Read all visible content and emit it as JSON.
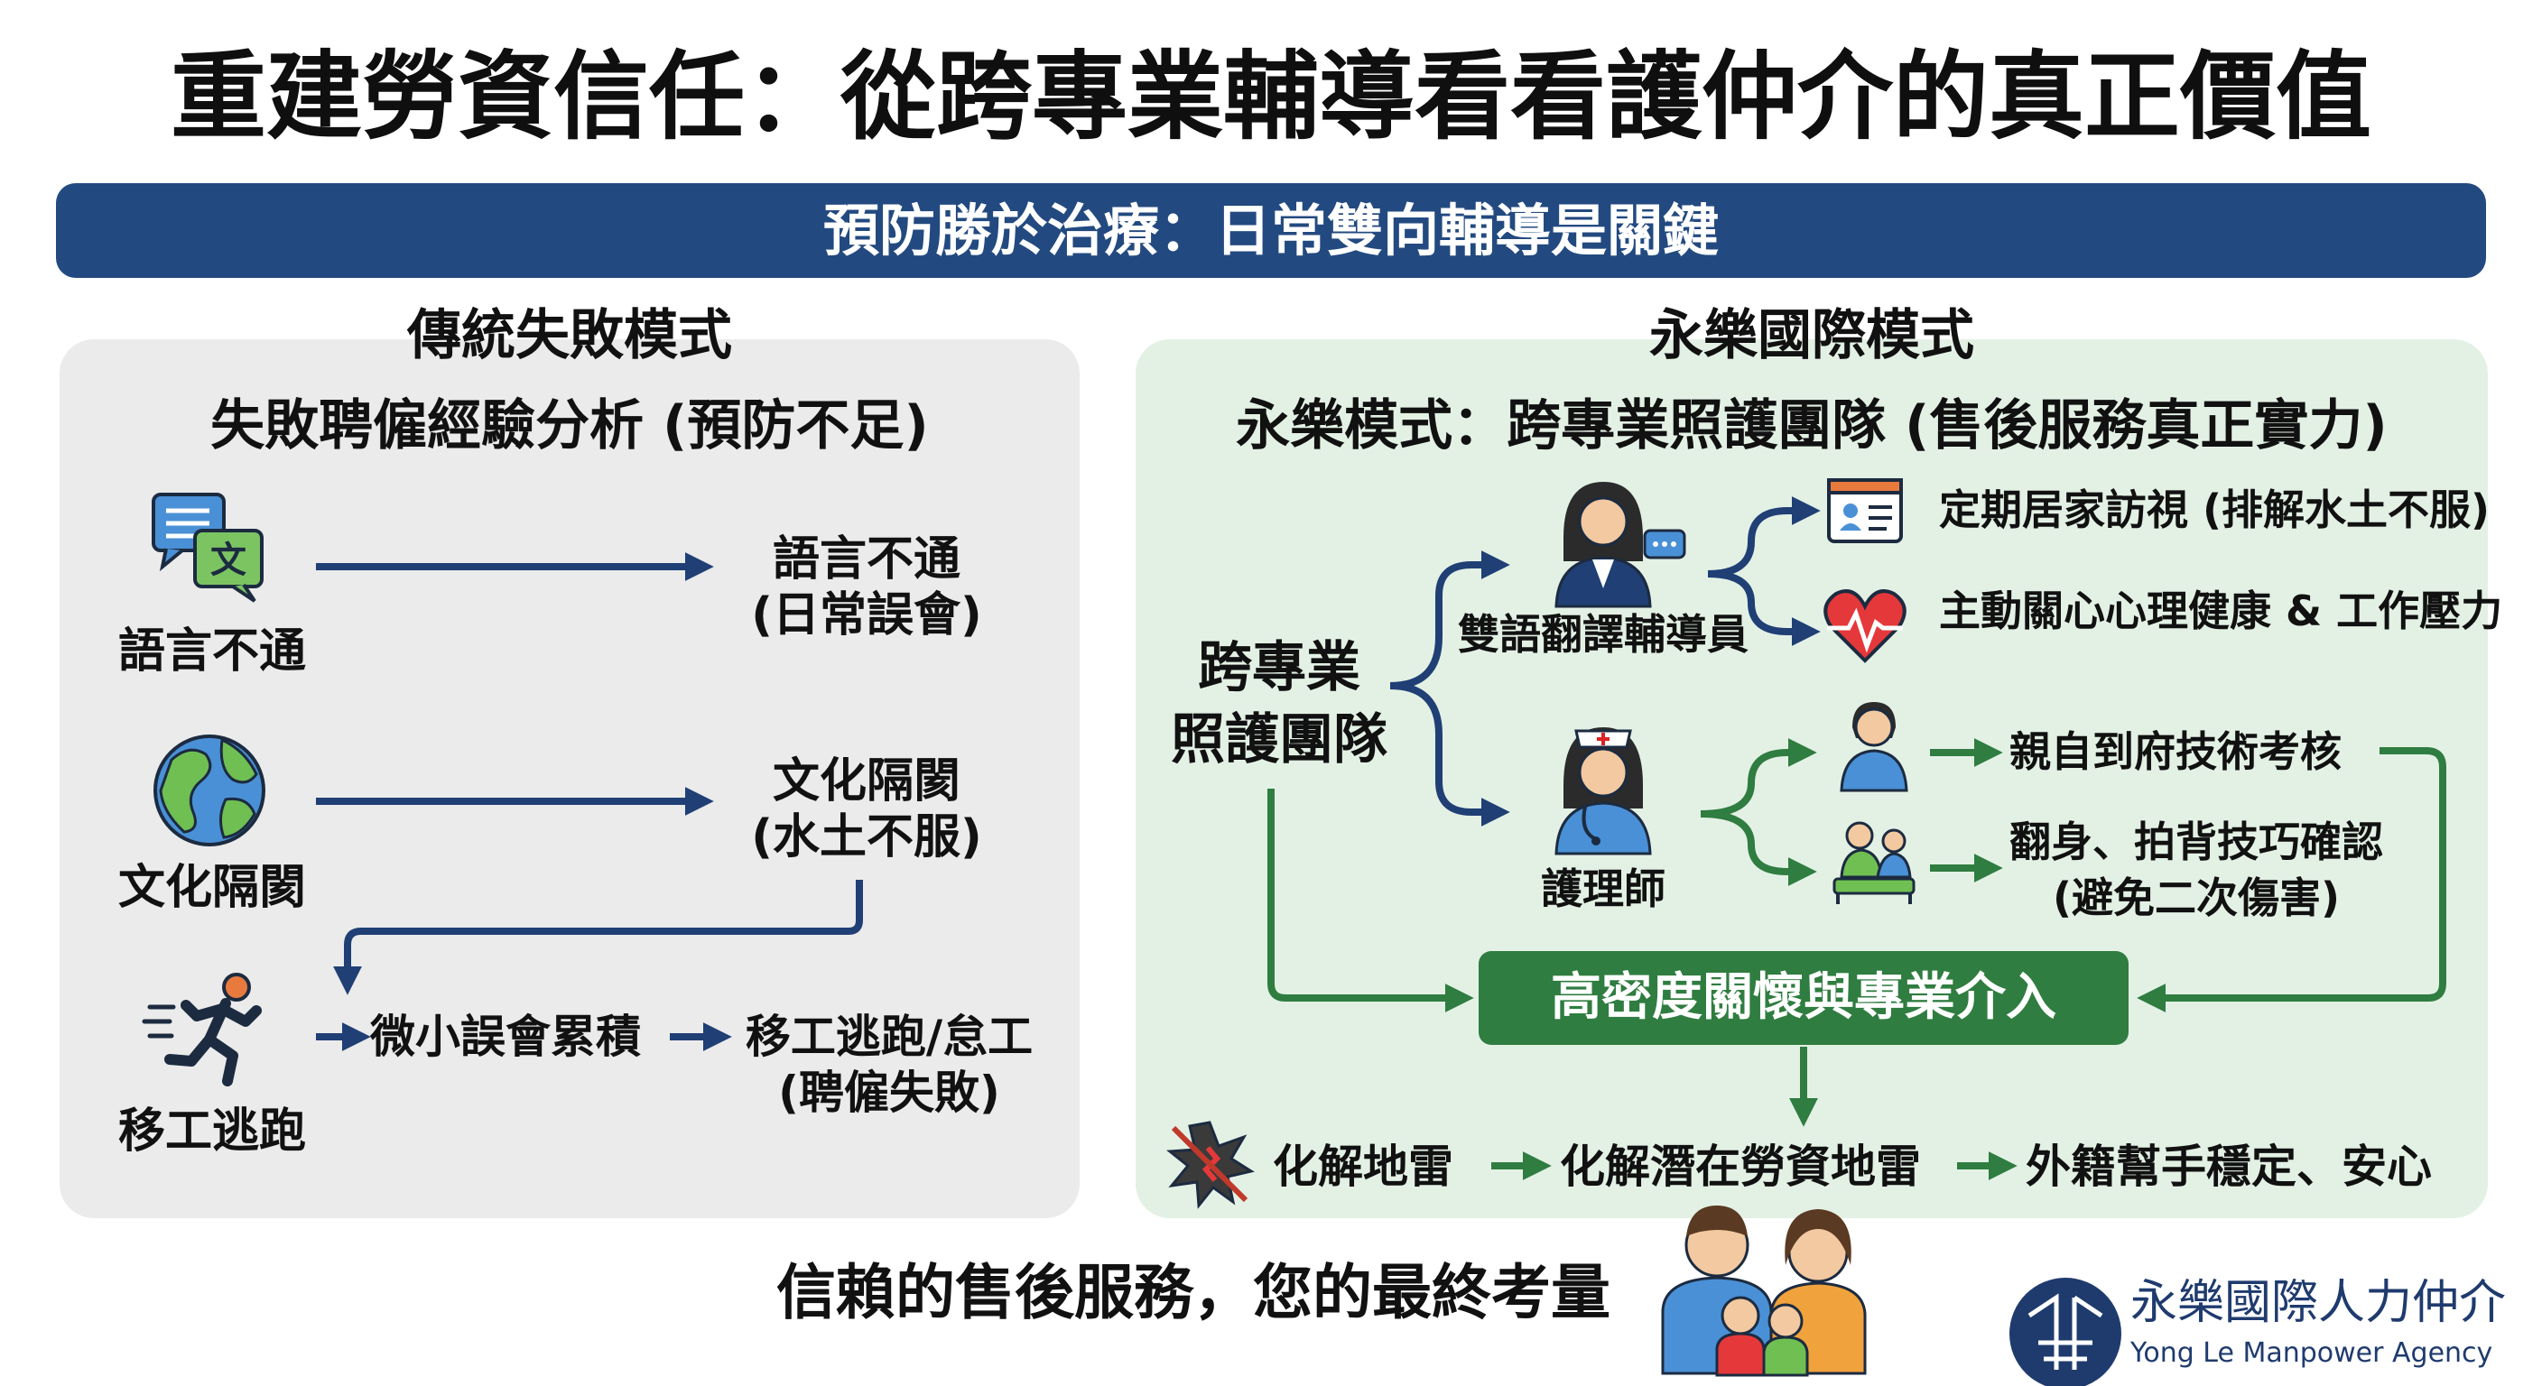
{
  "title": "重建勞資信任：從跨專業輔導看看護仲介的真正價值",
  "banner": "預防勝於治療：日常雙向輔導是關鍵",
  "left_panel": {
    "title": "傳統失敗模式",
    "subtitle": "失敗聘僱經驗分析 (預防不足)",
    "rows": [
      {
        "icon_label": "語言不通",
        "result_line1": "語言不通",
        "result_line2": "(日常誤會)"
      },
      {
        "icon_label": "文化隔閡",
        "result_line1": "文化隔閡",
        "result_line2": "(水土不服)"
      }
    ],
    "runaway_label": "移工逃跑",
    "accumulate": "微小誤會累積",
    "outcome_line1": "移工逃跑/怠工",
    "outcome_line2": "(聘僱失敗)"
  },
  "right_panel": {
    "title": "永樂國際模式",
    "subtitle": "永樂模式：跨專業照護團隊 (售後服務真正實力)",
    "team_line1": "跨專業",
    "team_line2": "照護團隊",
    "counselor": "雙語翻譯輔導員",
    "counselor_tasks": [
      "定期居家訪視 (排解水土不服)",
      "主動關心心理健康 & 工作壓力"
    ],
    "nurse": "護理師",
    "nurse_tasks": [
      "親自到府技術考核",
      "翻身、拍背技巧確認",
      "(避免二次傷害)"
    ],
    "care_box": "高密度關懷與專業介入",
    "result_steps": [
      "化解地雷",
      "化解潛在勞資地雷",
      "外籍幫手穩定、安心"
    ]
  },
  "footer": {
    "tagline": "信賴的售後服務，您的最終考量",
    "logo_name": "永樂國際人力仲介",
    "logo_sub": "Yong Le Manpower Agency"
  },
  "colors": {
    "navy": "#234a80",
    "arrow_blue": "#1f3f75",
    "green": "#2f7d40",
    "panel_gray": "#ebebeb",
    "panel_green": "#e3f1e5"
  },
  "icons": [
    "chat-bubbles-icon",
    "globe-icon",
    "running-person-icon",
    "counselor-icon",
    "nurse-icon",
    "id-card-icon",
    "heart-pulse-icon",
    "person-icon",
    "caregiving-icon",
    "mine-icon",
    "family-icon",
    "logo-icon"
  ]
}
